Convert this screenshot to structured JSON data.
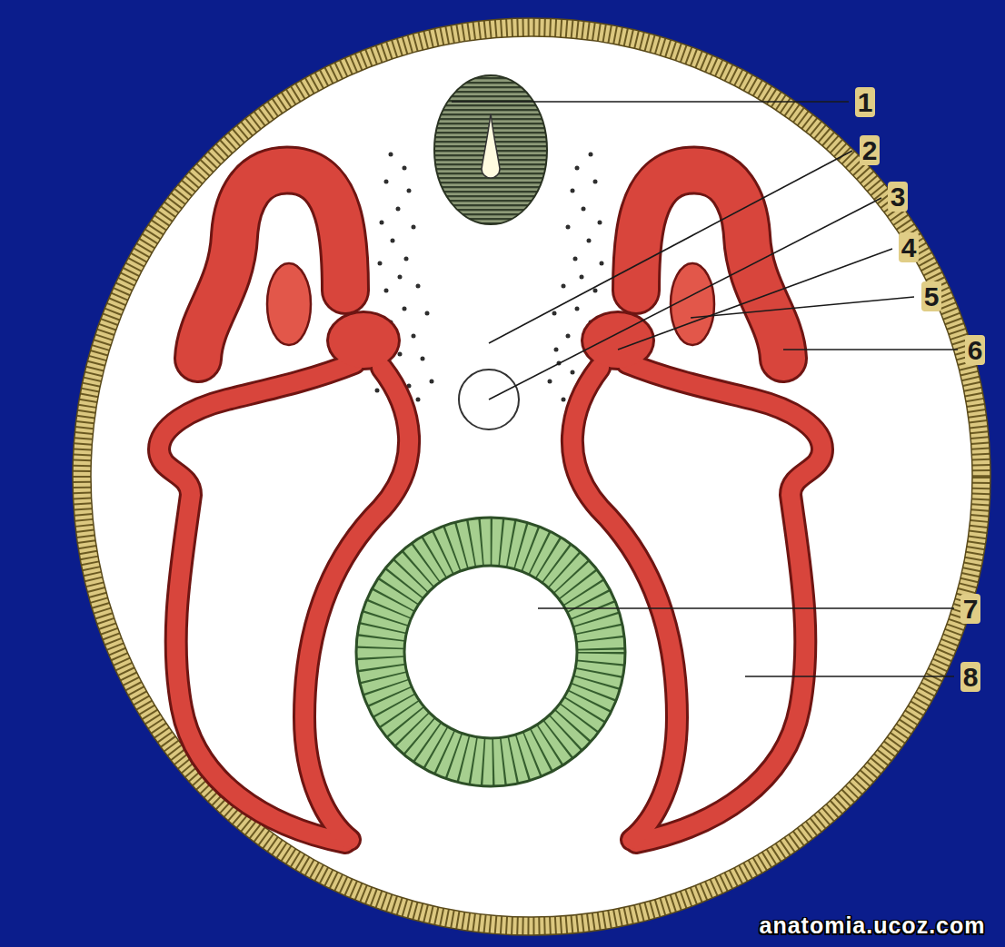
{
  "diagram": {
    "labels": [
      "1",
      "2",
      "3",
      "4",
      "5",
      "6",
      "7",
      "8",
      "anatomia.ucoz.com"
    ]
  }
}
